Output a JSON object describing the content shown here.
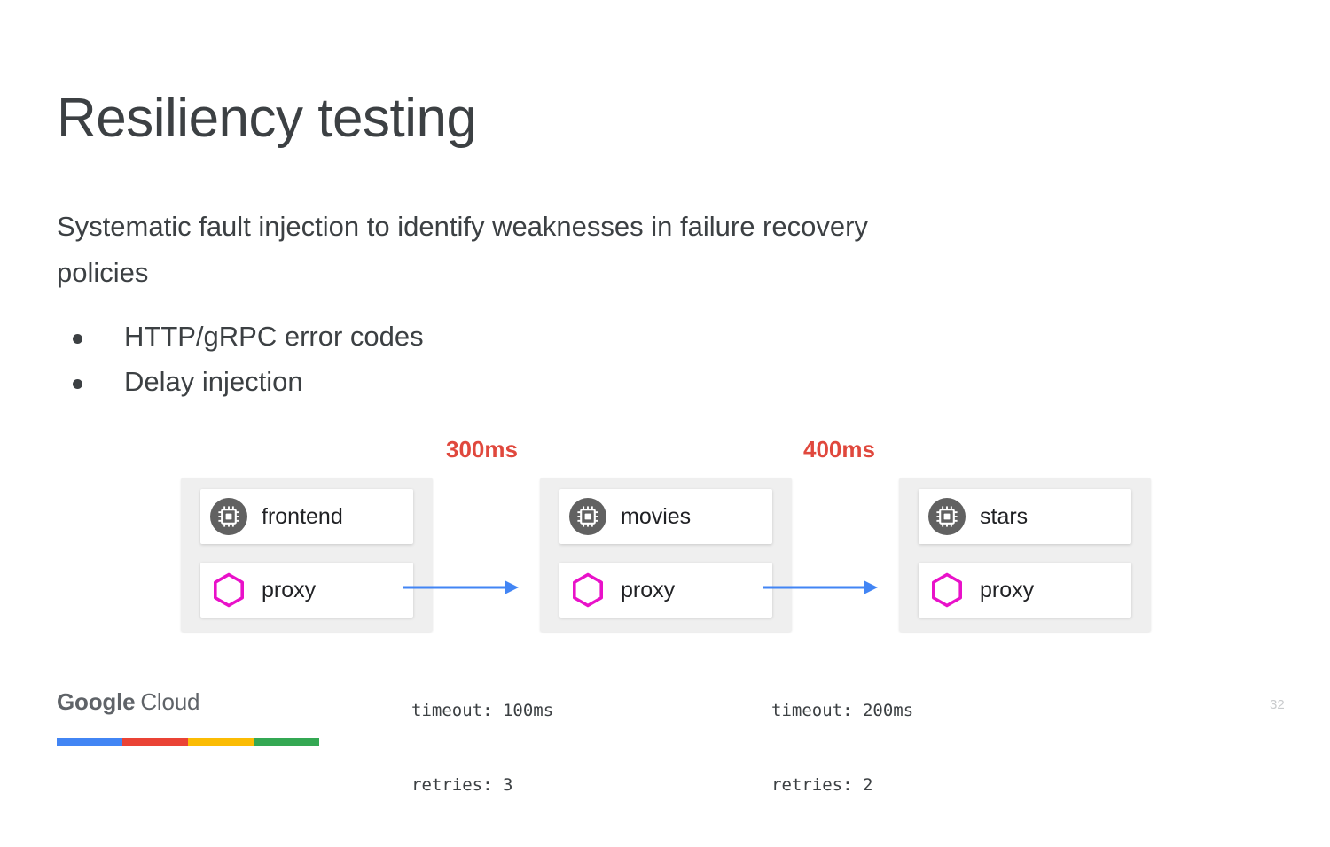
{
  "slide": {
    "title": "Resiliency testing",
    "subtitle": "Systematic fault injection to identify weaknesses in failure recovery policies",
    "bullets": [
      "HTTP/gRPC error codes",
      "Delay injection"
    ],
    "page_number": "32"
  },
  "diagram": {
    "latency_labels": [
      {
        "text": "300ms",
        "color": "#e0483d"
      },
      {
        "text": "400ms",
        "color": "#e0483d"
      }
    ],
    "services": [
      {
        "app": {
          "label": "frontend",
          "icon": "chip-icon",
          "icon_color": "#616161"
        },
        "proxy": {
          "label": "proxy",
          "icon": "hexagon-icon",
          "icon_color": "#e911c9"
        }
      },
      {
        "app": {
          "label": "movies",
          "icon": "chip-icon",
          "icon_color": "#616161"
        },
        "proxy": {
          "label": "proxy",
          "icon": "hexagon-icon",
          "icon_color": "#e911c9"
        }
      },
      {
        "app": {
          "label": "stars",
          "icon": "chip-icon",
          "icon_color": "#616161"
        },
        "proxy": {
          "label": "proxy",
          "icon": "hexagon-icon",
          "icon_color": "#e911c9"
        }
      }
    ],
    "connectors": [
      {
        "name": "frontend-to-movies",
        "color": "#4285f4"
      },
      {
        "name": "movies-to-stars",
        "color": "#4285f4"
      }
    ],
    "policies": [
      {
        "timeout": "timeout: 100ms",
        "retries": "retries: 3"
      },
      {
        "timeout": "timeout: 200ms",
        "retries": "retries: 2"
      }
    ]
  },
  "footer": {
    "logo_google": "Google",
    "logo_cloud": "Cloud",
    "brand_colors": [
      "#4285f4",
      "#ea4335",
      "#fbbc04",
      "#34a853"
    ]
  }
}
